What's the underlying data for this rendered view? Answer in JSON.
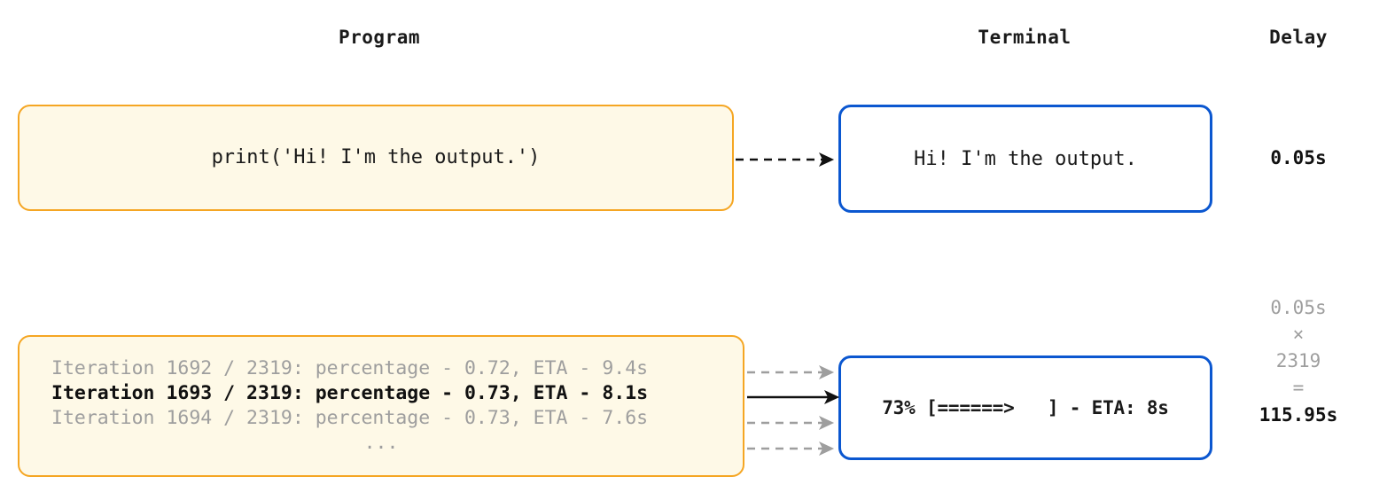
{
  "headers": {
    "program": "Program",
    "terminal": "Terminal",
    "delay": "Delay"
  },
  "colors": {
    "program_border": "#F5A623",
    "program_fill": "#FEF9E7",
    "terminal_border": "#0B57D0",
    "terminal_fill": "#FFFFFF",
    "dim_text": "#9E9E9E",
    "strong_text": "#111111",
    "arrow_dashed": "#9E9E9E",
    "arrow_solid": "#111111"
  },
  "row1": {
    "program_code": "print('Hi! I'm the output.')",
    "terminal_output": "Hi! I'm the output.",
    "delay": "0.05s"
  },
  "row2": {
    "program_lines": [
      {
        "text": "Iteration 1692 / 2319: percentage - 0.72, ETA - 9.4s",
        "style": "dim"
      },
      {
        "text": "Iteration 1693 / 2319: percentage - 0.73, ETA - 8.1s",
        "style": "strong"
      },
      {
        "text": "Iteration 1694 / 2319: percentage - 0.73, ETA - 7.6s",
        "style": "dim"
      },
      {
        "text": "...",
        "style": "dim"
      }
    ],
    "terminal_output": "73% [======>   ] - ETA: 8s",
    "delay_calc": {
      "unit": "0.05s",
      "times": "×",
      "count": "2319",
      "equals": "=",
      "total": "115.95s"
    }
  },
  "arrows": [
    {
      "name": "arrow-row1",
      "style": "dashed-black"
    },
    {
      "name": "arrow-row2-line1",
      "style": "dashed-gray"
    },
    {
      "name": "arrow-row2-line2",
      "style": "solid-black"
    },
    {
      "name": "arrow-row2-line3",
      "style": "dashed-gray"
    },
    {
      "name": "arrow-row2-line4",
      "style": "dashed-gray"
    }
  ]
}
